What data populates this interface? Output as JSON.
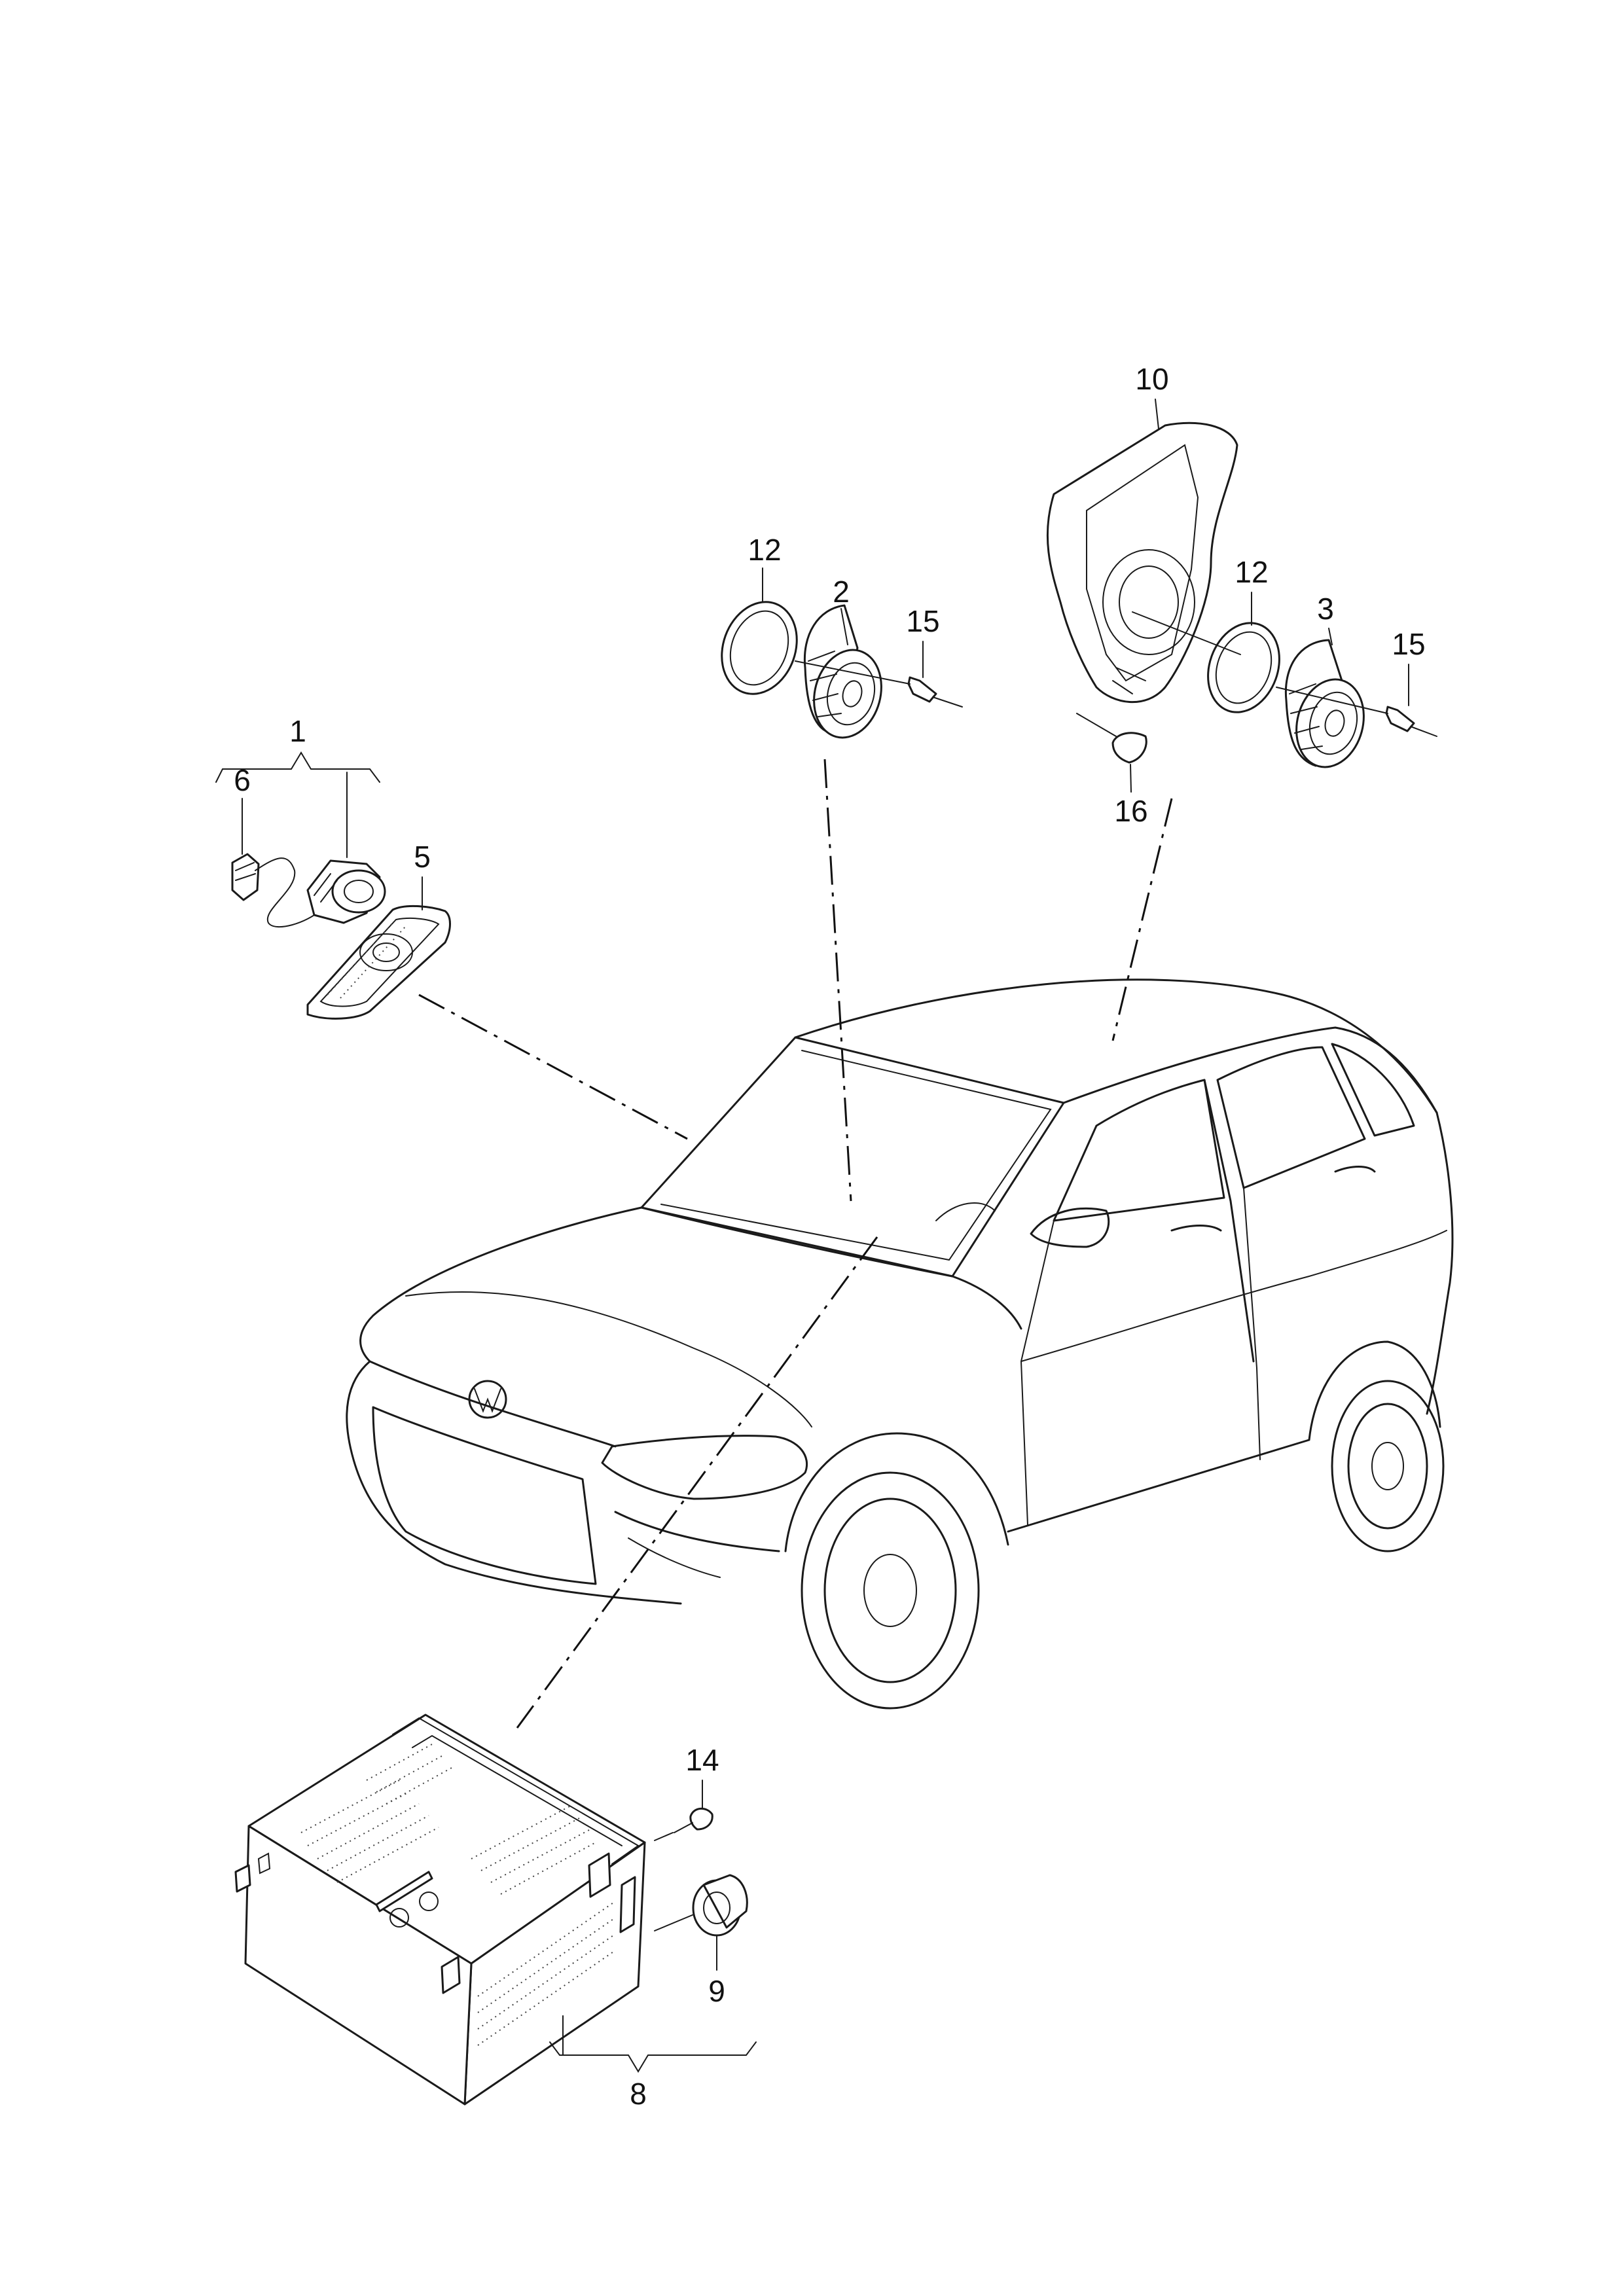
{
  "callouts": [
    {
      "id": "c1",
      "text": "1"
    },
    {
      "id": "c2",
      "text": "2"
    },
    {
      "id": "c3",
      "text": "3"
    },
    {
      "id": "c5",
      "text": "5"
    },
    {
      "id": "c6",
      "text": "6"
    },
    {
      "id": "c8",
      "text": "8"
    },
    {
      "id": "c9",
      "text": "9"
    },
    {
      "id": "c10",
      "text": "10"
    },
    {
      "id": "c12a",
      "text": "12"
    },
    {
      "id": "c12b",
      "text": "12"
    },
    {
      "id": "c14",
      "text": "14"
    },
    {
      "id": "c15a",
      "text": "15"
    },
    {
      "id": "c15b",
      "text": "15"
    },
    {
      "id": "c16",
      "text": "16"
    }
  ]
}
